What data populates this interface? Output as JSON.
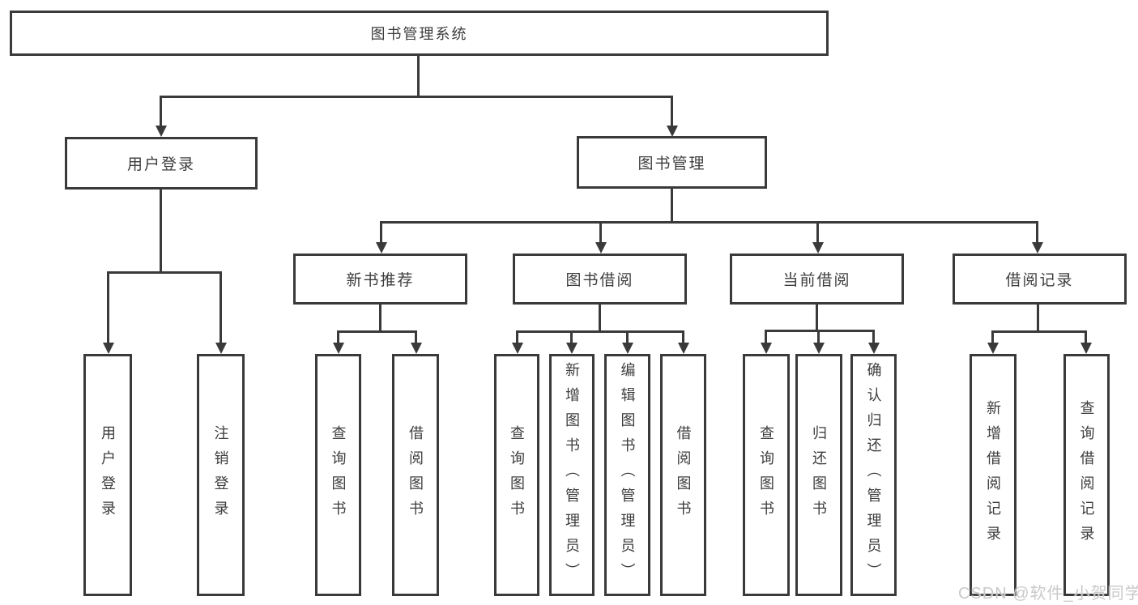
{
  "tree": {
    "root": "图书管理系统",
    "children": [
      {
        "label": "用户登录",
        "children": [
          {
            "label": "用户登录"
          },
          {
            "label": "注销登录"
          }
        ]
      },
      {
        "label": "图书管理",
        "children": [
          {
            "label": "新书推荐",
            "children": [
              {
                "label": "查询图书"
              },
              {
                "label": "借阅图书"
              }
            ]
          },
          {
            "label": "图书借阅",
            "children": [
              {
                "label": "查询图书"
              },
              {
                "label": "新增图书（管理员）"
              },
              {
                "label": "编辑图书（管理员）"
              },
              {
                "label": "借阅图书"
              }
            ]
          },
          {
            "label": "当前借阅",
            "children": [
              {
                "label": "查询图书"
              },
              {
                "label": "归还图书"
              },
              {
                "label": "确认归还（管理员）"
              }
            ]
          },
          {
            "label": "借阅记录",
            "children": [
              {
                "label": "新增借阅记录"
              },
              {
                "label": "查询借阅记录"
              }
            ]
          }
        ]
      }
    ]
  },
  "watermark": {
    "text": "CSDN @软件_小贺同学"
  },
  "colors": {
    "line": "#3a3a3a",
    "text": "#3d3d3d",
    "bg": "#ffffff",
    "watermark": "#c9c9c9"
  }
}
